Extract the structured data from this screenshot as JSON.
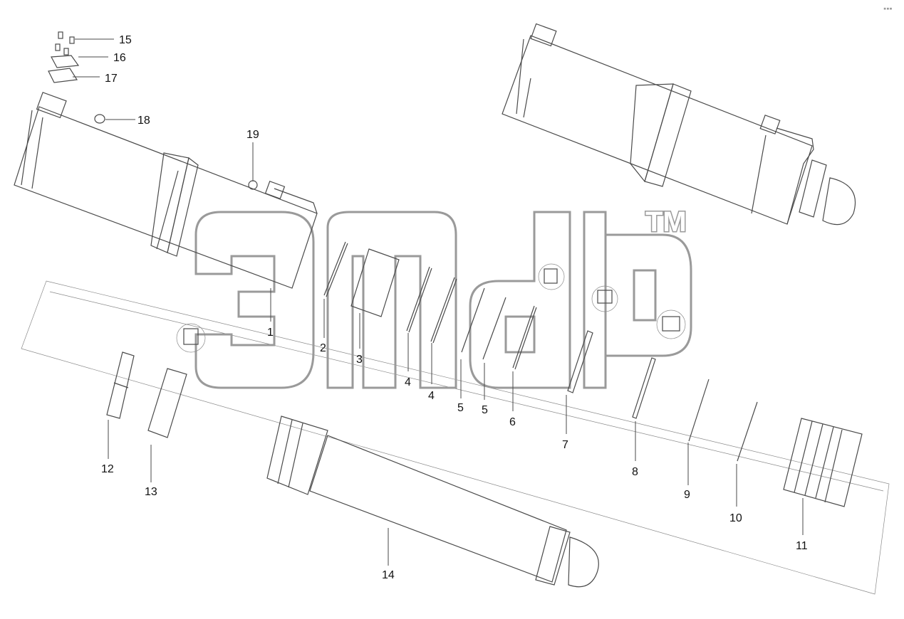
{
  "watermark": {
    "trademark": "TM"
  },
  "corner_mark": "▪▪▪",
  "callouts": [
    {
      "id": "1",
      "label": "1"
    },
    {
      "id": "2",
      "label": "2"
    },
    {
      "id": "3",
      "label": "3"
    },
    {
      "id": "4a",
      "label": "4"
    },
    {
      "id": "4b",
      "label": "4"
    },
    {
      "id": "5a",
      "label": "5"
    },
    {
      "id": "5b",
      "label": "5"
    },
    {
      "id": "6",
      "label": "6"
    },
    {
      "id": "7",
      "label": "7"
    },
    {
      "id": "8",
      "label": "8"
    },
    {
      "id": "9",
      "label": "9"
    },
    {
      "id": "10",
      "label": "10"
    },
    {
      "id": "11",
      "label": "11"
    },
    {
      "id": "12",
      "label": "12"
    },
    {
      "id": "13",
      "label": "13"
    },
    {
      "id": "14",
      "label": "14"
    },
    {
      "id": "15",
      "label": "15"
    },
    {
      "id": "16",
      "label": "16"
    },
    {
      "id": "17",
      "label": "17"
    },
    {
      "id": "18",
      "label": "18"
    },
    {
      "id": "19",
      "label": "19"
    }
  ]
}
